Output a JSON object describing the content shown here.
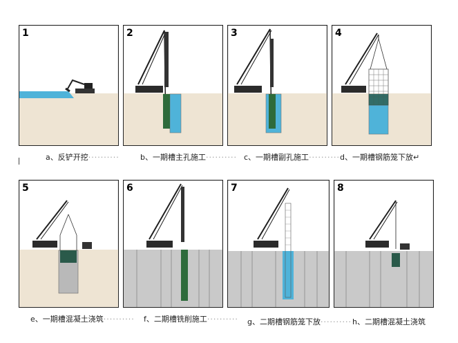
{
  "panels": [
    {
      "num": "1",
      "caption": "a、反铲开挖"
    },
    {
      "num": "2",
      "caption": "b、一期槽主孔施工"
    },
    {
      "num": "3",
      "caption": "c、一期槽副孔施工"
    },
    {
      "num": "4",
      "caption": "d、一期槽钢筋笼下放↵"
    },
    {
      "num": "5",
      "caption": "e、一期槽混凝土浇筑"
    },
    {
      "num": "6",
      "caption": "f、二期槽铣削施工"
    },
    {
      "num": "7",
      "caption": "g、二期槽钢筋笼下放"
    },
    {
      "num": "8",
      "caption": "h、二期槽混凝土浇筑"
    }
  ],
  "dot_leader": "··········",
  "colors": {
    "soil": "#eee4d3",
    "water": "#4fb3d9",
    "crane": "#1f1f1f",
    "concrete": "#b9b9b9",
    "cage": "#2a5a4a"
  }
}
